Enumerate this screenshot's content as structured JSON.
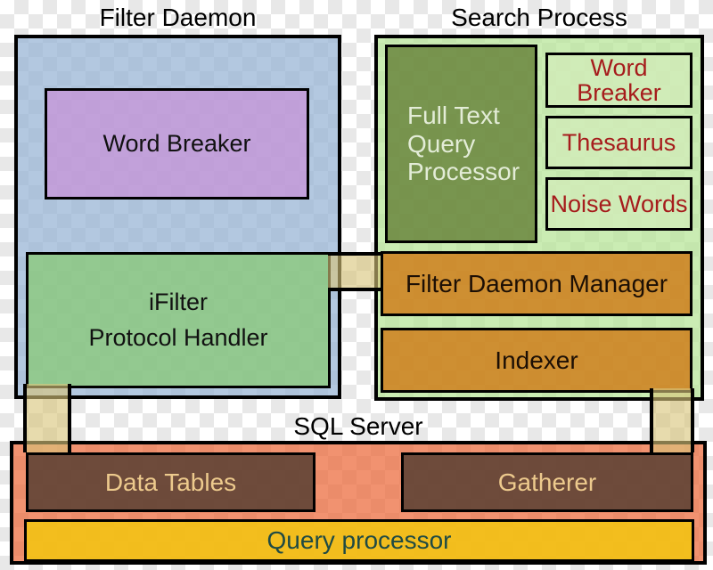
{
  "filter_daemon": {
    "title": "Filter Daemon",
    "word_breaker": "Word Breaker",
    "ifilter": {
      "line1": "iFilter",
      "line2": "Protocol Handler"
    }
  },
  "search_process": {
    "title": "Search Process",
    "full_text_query_processor": {
      "line1": "Full Text",
      "line2": "Query",
      "line3": "Processor"
    },
    "word_breaker": "Word Breaker",
    "thesaurus": "Thesaurus",
    "noise_words": "Noise Words",
    "filter_daemon_manager": "Filter Daemon Manager",
    "indexer": "Indexer"
  },
  "sql_server": {
    "title": "SQL Server",
    "data_tables": "Data Tables",
    "gatherer": "Gatherer",
    "query_processor": "Query processor"
  },
  "palette": {
    "border": "#000000",
    "filter_daemon_fill": "#aac6de",
    "word_breaker_fill": "#d8b2e4",
    "ifilter_fill": "#a8d798",
    "search_process_fill": "#c9ecb4",
    "query_processor_box_fill": "#87995f",
    "query_processor_box_text": "#e3ecd7",
    "sub_box_fill": "#def0ce",
    "sub_box_text": "#a61c1c",
    "orange_fill": "#dd9447",
    "sql_server_fill": "#f09270",
    "brown_fill": "#6f584c",
    "brown_text": "#edca8d",
    "yellow_fill": "#f5ce33",
    "yellow_text": "#1f4a44",
    "connector_fill": "#e8dcb0",
    "checker_light": "#ffffff",
    "checker_dark": "#e8e8e8"
  }
}
